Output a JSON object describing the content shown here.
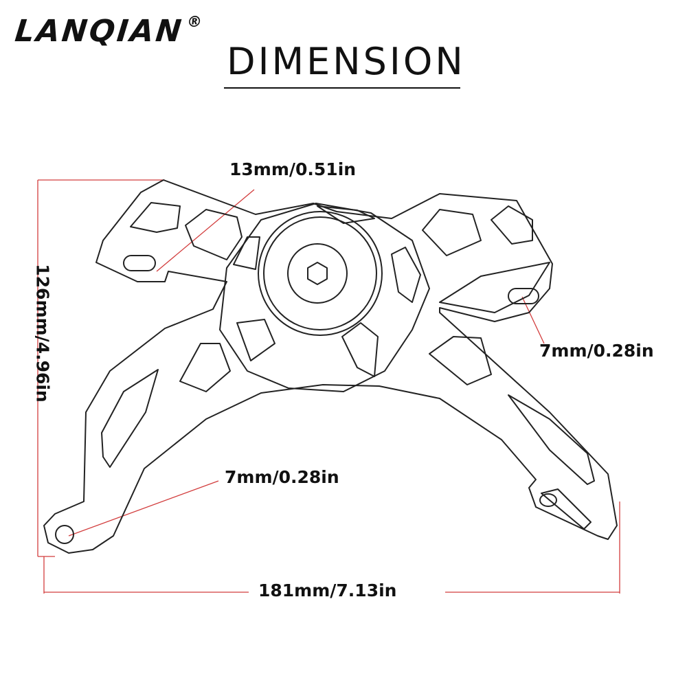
{
  "brand": {
    "name": "LANQIAN",
    "registered_mark": "®"
  },
  "title": "DIMENSION",
  "dimensions": {
    "bolt_hole": "13mm/0.51in",
    "right_hole": "7mm/0.28in",
    "left_hole": "7mm/0.28in",
    "overall_width": "181mm/7.13in",
    "overall_height": "126mm/4.96in"
  },
  "colors": {
    "line": "#222222",
    "dimension_line": "#d23c3c",
    "text": "#111111",
    "background": "#ffffff"
  }
}
